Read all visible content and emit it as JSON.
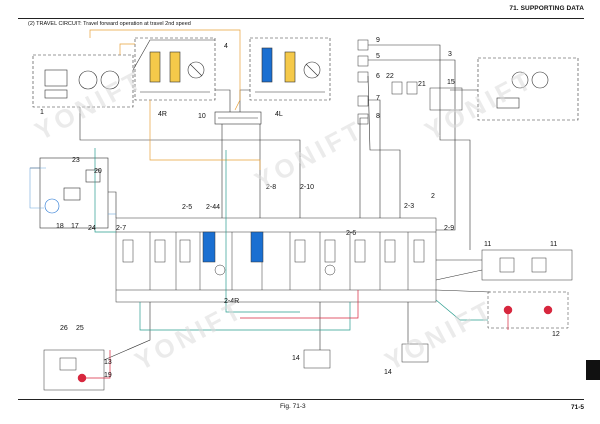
{
  "header": {
    "section": "71. SUPPORTING DATA"
  },
  "circuit": {
    "title": "(2)  TRAVEL CIRCUIT: Travel forward operation at travel 2nd speed"
  },
  "footer": {
    "figure": "Fig. 71-3",
    "page": "71-5"
  },
  "watermark": {
    "text": "YONIFT"
  },
  "callouts": {
    "c1": "1",
    "c2": "2",
    "c3": "3",
    "c4": "4",
    "c5": "5",
    "c6": "6",
    "c7": "7",
    "c8": "8",
    "c9": "9",
    "c10": "10",
    "c11a": "11",
    "c11b": "11",
    "c12": "12",
    "c13": "13",
    "c14a": "14",
    "c14b": "14",
    "c15": "15",
    "c17": "17",
    "c18": "18",
    "c19": "19",
    "c20": "20",
    "c21": "21",
    "c22": "22",
    "c23": "23",
    "c24": "24",
    "c25": "25",
    "c26": "26",
    "c4R": "4R",
    "c4L": "4L",
    "c2_3": "2-3",
    "c2_4R": "2-4R",
    "c2_5": "2-5",
    "c2_6": "2-6",
    "c2_7": "2-7",
    "c2_8": "2-8",
    "c2_9": "2-9",
    "c2_10": "2-10",
    "c2_44": "2-44"
  },
  "line_colors": {
    "pilot": "#e8a13a",
    "main": "#333333",
    "return": "#2a9d8f",
    "drain": "#6fa8dc",
    "active": "#d7263d",
    "highlight": "#1a6fd1"
  }
}
